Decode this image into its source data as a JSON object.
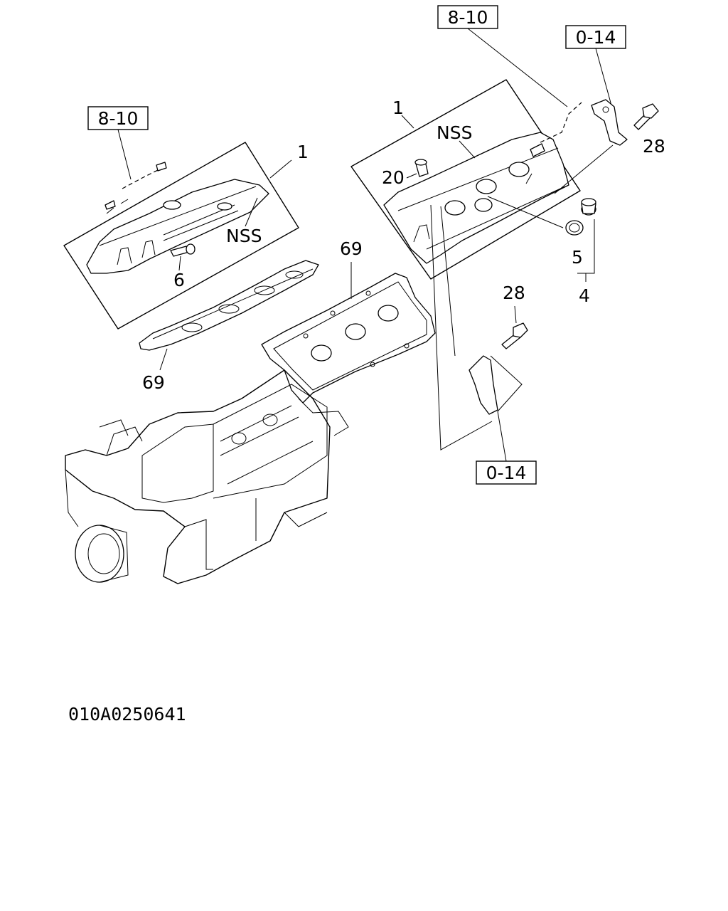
{
  "diagram": {
    "drawing_number": "010A0250641",
    "references": [
      {
        "id": "ref-8-10-left",
        "text": "8-10"
      },
      {
        "id": "ref-8-10-right",
        "text": "8-10"
      },
      {
        "id": "ref-0-14-top",
        "text": "0-14"
      },
      {
        "id": "ref-0-14-bottom",
        "text": "0-14"
      }
    ],
    "callouts": [
      {
        "id": "left-1",
        "text": "1"
      },
      {
        "id": "left-nss",
        "text": "NSS"
      },
      {
        "id": "left-6",
        "text": "6"
      },
      {
        "id": "left-69",
        "text": "69"
      },
      {
        "id": "right-1",
        "text": "1"
      },
      {
        "id": "right-nss",
        "text": "NSS"
      },
      {
        "id": "right-20",
        "text": "20"
      },
      {
        "id": "right-28-top",
        "text": "28"
      },
      {
        "id": "right-5",
        "text": "5"
      },
      {
        "id": "right-4",
        "text": "4"
      },
      {
        "id": "center-69",
        "text": "69"
      },
      {
        "id": "right-28-mid",
        "text": "28"
      }
    ]
  }
}
